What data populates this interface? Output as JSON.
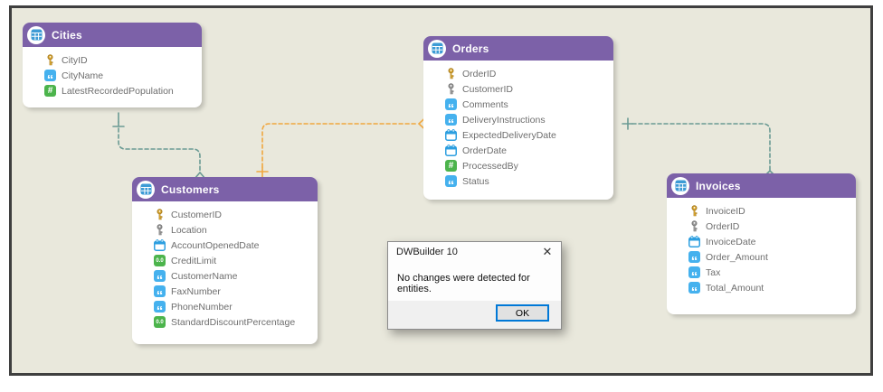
{
  "app": {
    "name": "DWBuilder 10"
  },
  "colors": {
    "canvas_bg": "#e9e8dc",
    "frame_border": "#3f3f3f",
    "entity_header_purple": "#7c61a8",
    "text_type_blue": "#45b1ee",
    "numeric_green": "#4cb44c",
    "key_gold": "#d9a62e",
    "key_gray": "#9a9a9a",
    "date_blue": "#2d9fe0",
    "connector_teal": "#6a9a93",
    "connector_orange": "#f0a73f",
    "dialog_ok_border": "#0078d7"
  },
  "entities": [
    {
      "id": "cities",
      "title": "Cities",
      "fields": [
        {
          "type": "key-primary",
          "name": "CityID"
        },
        {
          "type": "text",
          "name": "CityName"
        },
        {
          "type": "number",
          "name": "LatestRecordedPopulation"
        }
      ]
    },
    {
      "id": "orders",
      "title": "Orders",
      "fields": [
        {
          "type": "key-primary",
          "name": "OrderID"
        },
        {
          "type": "key-foreign",
          "name": "CustomerID"
        },
        {
          "type": "text",
          "name": "Comments"
        },
        {
          "type": "text",
          "name": "DeliveryInstructions"
        },
        {
          "type": "date",
          "name": "ExpectedDeliveryDate"
        },
        {
          "type": "date",
          "name": "OrderDate"
        },
        {
          "type": "number",
          "name": "ProcessedBy"
        },
        {
          "type": "text",
          "name": "Status"
        }
      ]
    },
    {
      "id": "customers",
      "title": "Customers",
      "fields": [
        {
          "type": "key-primary",
          "name": "CustomerID"
        },
        {
          "type": "key-foreign",
          "name": "Location"
        },
        {
          "type": "date",
          "name": "AccountOpenedDate"
        },
        {
          "type": "decimal",
          "name": "CreditLimit"
        },
        {
          "type": "text",
          "name": "CustomerName"
        },
        {
          "type": "text",
          "name": "FaxNumber"
        },
        {
          "type": "text",
          "name": "PhoneNumber"
        },
        {
          "type": "decimal",
          "name": "StandardDiscountPercentage"
        }
      ]
    },
    {
      "id": "invoices",
      "title": "Invoices",
      "fields": [
        {
          "type": "key-primary",
          "name": "InvoiceID"
        },
        {
          "type": "key-foreign",
          "name": "OrderID"
        },
        {
          "type": "date",
          "name": "InvoiceDate"
        },
        {
          "type": "text",
          "name": "Order_Amount"
        },
        {
          "type": "text",
          "name": "Tax"
        },
        {
          "type": "text",
          "name": "Total_Amount"
        }
      ]
    }
  ],
  "connectors": [
    {
      "from": "Cities",
      "to": "Customers",
      "color": "#6a9a93",
      "style": "dashed",
      "start_marker": "plus",
      "end_marker": "open-arrow"
    },
    {
      "from": "Customers",
      "to": "Orders",
      "color": "#f0a73f",
      "style": "dashed",
      "start_marker": "plus",
      "end_marker": "open-arrow"
    },
    {
      "from": "Orders",
      "to": "Invoices",
      "color": "#6a9a93",
      "style": "dashed",
      "start_marker": "plus",
      "end_marker": "open-arrow"
    }
  ],
  "dialog": {
    "title": "DWBuilder 10",
    "close_glyph": "✕",
    "message": "No changes were detected for entities.",
    "ok_label": "OK"
  }
}
